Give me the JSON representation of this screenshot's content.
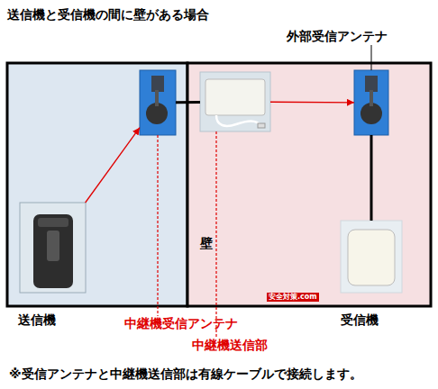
{
  "diagram": {
    "title": "送信機と受信機の間に壁がある場合",
    "nodes": [
      {
        "text": [
          "送信機"
        ]
      },
      {
        "text": [
          "中継機受信アンテナ"
        ]
      },
      {
        "text": [
          "中継機送信部"
        ]
      },
      {
        "text": [
          "外部受信アンテナ"
        ]
      },
      {
        "text": [
          "受信機"
        ]
      }
    ],
    "edges": [
      {
        "from": 0,
        "to": 1,
        "arrow": "to"
      },
      {
        "from": 1,
        "to": 2,
        "arrow": "none"
      },
      {
        "from": 2,
        "to": 3,
        "arrow": "to"
      },
      {
        "from": 3,
        "to": 4,
        "arrow": "none"
      }
    ],
    "labels": [
      "壁",
      "安全対策.com",
      "※受信アンテナと中継機送信部は有線ケーブルで接続します。"
    ]
  }
}
